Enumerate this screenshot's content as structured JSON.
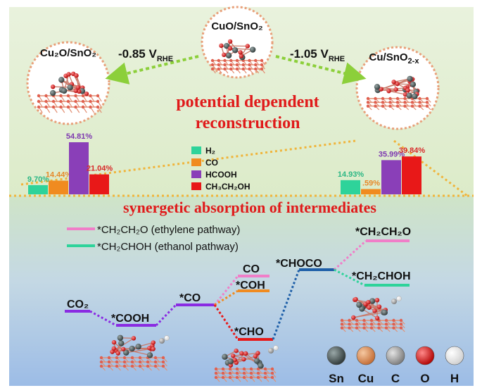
{
  "top": {
    "center_label": "CuO/SnO₂",
    "left_label": "Cu₂O/SnO₂",
    "right_label_main": "Cu/SnO",
    "right_label_sub": "2-x",
    "left_potential_value": "-0.85 V",
    "left_potential_sub": "RHE",
    "right_potential_value": "-1.05 V",
    "right_potential_sub": "RHE",
    "headline_line1": "potential dependent",
    "headline_line2": "reconstruction"
  },
  "legend": [
    {
      "label": "H₂",
      "color": "#2ed39a"
    },
    {
      "label": "CO",
      "color": "#f08b20"
    },
    {
      "label": "HCOOH",
      "color": "#8a3fb8"
    },
    {
      "label": "CH₃CH₂OH",
      "color": "#e81818"
    }
  ],
  "left_bars": [
    {
      "label": "9.70%",
      "value": 9.7,
      "color": "#2ed39a",
      "label_color": "#2bb784"
    },
    {
      "label": "14.44%",
      "value": 14.44,
      "color": "#f08b20",
      "label_color": "#e6892a"
    },
    {
      "label": "54.81%",
      "value": 54.81,
      "color": "#8a3fb8",
      "label_color": "#7d38b0"
    },
    {
      "label": "21.04%",
      "value": 21.04,
      "color": "#e81818",
      "label_color": "#d82a2a"
    }
  ],
  "right_bars": [
    {
      "label": "14.93%",
      "value": 14.93,
      "color": "#2ed39a",
      "label_color": "#2bb784"
    },
    {
      "label": ".59%",
      "value": 5.59,
      "color": "#f08b20",
      "label_color": "#e6892a"
    },
    {
      "label": "35.99%",
      "value": 35.99,
      "color": "#8a3fb8",
      "label_color": "#7d38b0"
    },
    {
      "label": "39.84%",
      "value": 39.84,
      "color": "#e81818",
      "label_color": "#d82a2a"
    }
  ],
  "bottom": {
    "headline": "synergetic absorption of intermediates",
    "legend_pink": "*CH₂CH₂O (ethylene pathway)",
    "legend_green": "*CH₂CHOH (ethanol pathway)",
    "pink_color": "#f07ec8",
    "green_color": "#2ed39a"
  },
  "levels": {
    "co2": "CO₂",
    "cooh": "*COOH",
    "co_star": "*CO",
    "co": "CO",
    "coh": "*COH",
    "cho": "*CHO",
    "choco": "*CHOCO",
    "ch2ch2o": "*CH₂CH₂O",
    "ch2choh": "*CH₂CHOH"
  },
  "elements": [
    {
      "symbol": "Sn",
      "color": "#3f4a4a"
    },
    {
      "symbol": "Cu",
      "color": "#d98a52"
    },
    {
      "symbol": "C",
      "color": "#8c8c8c"
    },
    {
      "symbol": "O",
      "color": "#d41414"
    },
    {
      "symbol": "H",
      "color": "#ffffff"
    }
  ]
}
